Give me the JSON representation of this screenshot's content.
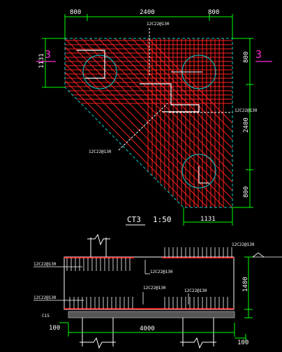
{
  "plan": {
    "top_dims": [
      "800",
      "2400",
      "800"
    ],
    "left_dim": "1131",
    "right_dims": [
      "800",
      "2400",
      "800"
    ],
    "bottom_dim": "1131",
    "section_mark": "3",
    "rebar_label": "12C22@130",
    "title": "CT3",
    "scale": "1:50"
  },
  "section": {
    "rebar_label": "12C22@130",
    "bottom_label": "C15",
    "height_dim": "1400",
    "width_dim": "4000",
    "left_dim": "100",
    "right_dim": "100"
  },
  "colors": {
    "background": "#000000",
    "rebar": "#ff2020",
    "outline": "#00d0d0",
    "dimension": "#00ff00",
    "text": "#ffffff",
    "section_mark": "#ff2bd6"
  }
}
